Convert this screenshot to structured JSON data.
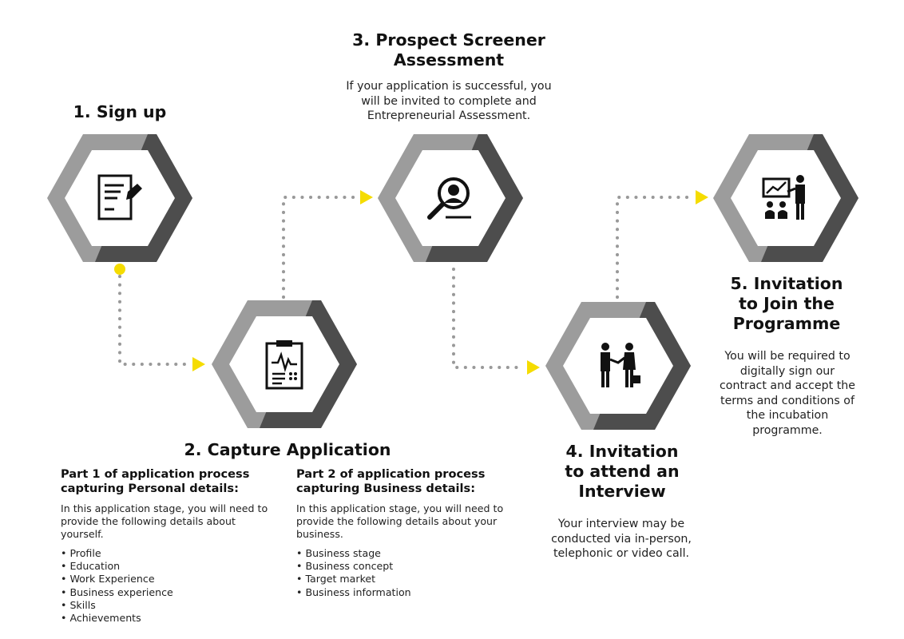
{
  "steps": [
    {
      "title": "1. Sign up",
      "icon": "document-pen-icon"
    },
    {
      "title": "2. Capture Application",
      "icon": "clipboard-report-icon",
      "part1": {
        "heading": "Part 1 of application process capturing Personal details:",
        "text": "In this application stage, you will need to provide the following details about yourself.",
        "items": [
          "Profile",
          "Education",
          "Work Experience",
          "Business experience",
          "Skills",
          "Achievements"
        ]
      },
      "part2": {
        "heading": "Part 2 of application process capturing Business details:",
        "text": "In this application stage, you will need to provide the following details about your business.",
        "items": [
          "Business stage",
          "Business concept",
          "Target market",
          "Business information"
        ]
      }
    },
    {
      "title": "3. Prospect Screener Assessment",
      "icon": "magnifier-person-icon",
      "text": "If your application is successful, you will be invited to complete and Entrepreneurial Assessment."
    },
    {
      "title": "4. Invitation to attend an Interview",
      "icon": "handshake-icon",
      "text": "Your interview may be conducted via in-person, telephonic or video call."
    },
    {
      "title": "5. Invitation to Join the Programme",
      "icon": "presentation-icon",
      "text": "You will be required to digitally sign our contract and accept the terms and conditions of the incubation programme."
    }
  ],
  "colors": {
    "hex_light": "#9c9c9c",
    "hex_dark": "#4d4d4d",
    "accent": "#f5dc00",
    "dots": "#999999"
  }
}
